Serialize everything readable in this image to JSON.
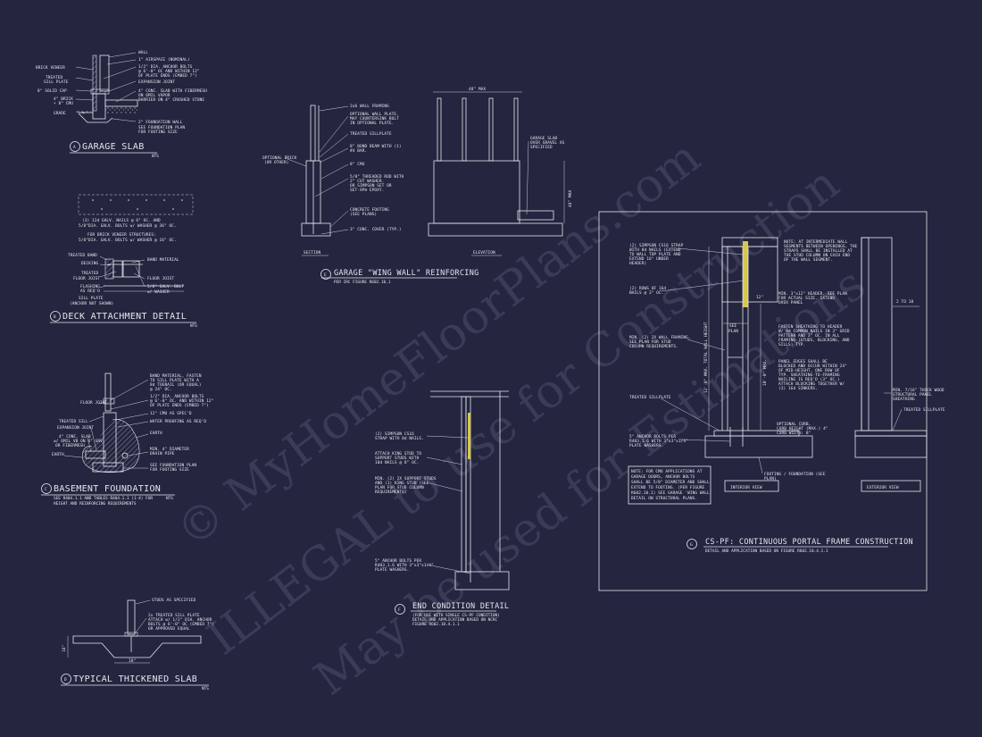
{
  "watermark": {
    "line1": "© MyHomeFloorPlans.com",
    "line2": "ILLEGAL to use for Construction",
    "line3": "May be used for Estimations"
  },
  "details": {
    "A": {
      "letter": "A",
      "title": "GARAGE SLAB",
      "scale": "NTS",
      "notes_left": [
        "BRICK VENEER",
        "TREATED",
        "SILL PLATE",
        "8\" SOLID CAP",
        "4\" BRICK",
        "+ 8\" CMU",
        "GRADE"
      ],
      "notes_right": [
        "WALL",
        "1\" AIRSPACE (NOMINAL)",
        "1/2\" DIA. ANCHOR BOLTS",
        "@ 6'-0\" OC AND WITHIN 12\"",
        "OF PLATE ENDS (EMBED 7\")",
        "EXPANSION JOINT",
        "4\" CONC. SLAB WITH FIBERMESH",
        "ON 6MIL VAPOR",
        "BARRIER ON 4\" CRUSHED STONE",
        "2\" FOUNDATION WALL",
        "SEE FOUNDATION PLAN",
        "FOR FOOTING SIZE"
      ]
    },
    "B": {
      "letter": "B",
      "title": "DECK ATTACHMENT DETAIL",
      "scale": "NTS",
      "notes": [
        "(3) 12d GALV. NAILS @ 6\" OC. AND",
        "5/8\"DIA. GALV. BOLTS w/ WASHER @ 36\" OC.",
        "FOR BRICK VENEER STRUCTURES:",
        "5/8\"DIA. GALV. BOLTS w/ WASHER @ 16\" OC."
      ],
      "labels_left": [
        "TREATED BAND",
        "DECKING",
        "TREATED",
        "FLOOR JOIST",
        "FLASHING",
        "AS REQ'D",
        "SILL PLATE",
        "(ANCHOR NOT SHOWN)"
      ],
      "labels_right": [
        "BAND MATERIAL",
        "FLOOR JOIST",
        "5/8\" GALV. BOLT",
        "w/ WASHER"
      ]
    },
    "C": {
      "letter": "C",
      "title": "BASEMENT FOUNDATION",
      "scale": "NTS",
      "subtitle": [
        "SEE R404.1.1 AND TABLES R404.1.1 (1-4) FOR",
        "HEIGHT AND REINFORCING REQUIREMENTS"
      ],
      "labels_left": [
        "FLOOR JOIST",
        "TREATED SILL",
        "EXPANSION JOINT",
        "4\" CONC. SLAB",
        "w/ 6MIL VB ON 4\" GRV.",
        "OR FIBERMESH",
        "EARTH"
      ],
      "labels_right": [
        "BAND MATERIAL, FASTEN",
        "TO SILL PLATE WITH A",
        "8d TOENAIL (OR EQUAL)",
        "@ 24\" OC.",
        "1/2\" DIA. ANCHOR BOLTS",
        "@ 6'-0\" OC. AND WITHIN 12\"",
        "OF PLATE ENDS (EMBED 7\")",
        "12\" CMU AS SPEC'D",
        "WATER PROOFING AS REQ'D",
        "EARTH",
        "MIN. 4\" DIAMETER",
        "DRAIN PIPE",
        "SEE FOUNDATION PLAN",
        "FOR FOOTING SIZE"
      ]
    },
    "D": {
      "letter": "D",
      "title": "TYPICAL THICKENED SLAB",
      "scale": "NTS",
      "labels": [
        "STUDS AS SPECIFIED",
        "2x TREATED SILL PLATE",
        "ATTACH w/ 1/2\" DIA. ANCHOR",
        "BOLTS @ 6'-0\" OC (EMBED 7\")",
        "OR APPROVED EQUAL"
      ],
      "dim_v": "18\"",
      "dim_h": "18\""
    },
    "E": {
      "letter": "E",
      "title": "GARAGE \"WING WALL\" REINFORCING",
      "subtitle": "PER IRC FIGURE R602.10.1",
      "section_label": "SECTION",
      "elevation_label": "ELEVATION",
      "labels_left": [
        "OPTIONAL BRICK",
        "(OR OTHER)"
      ],
      "labels_mid": [
        "2x6 WALL FRAMING",
        "OPTIONAL WALL PLATE.",
        "MAY COUNTERSINK BOLT",
        "IN OPTIONAL PLATE.",
        "TREATED SILLPLATE",
        "8\" BOND BEAM WITH (1)",
        "#4 BAR.",
        "8\" CMU",
        "5/8\" THREADED ROD WITH",
        "2\" CUT WASHER.",
        "OR SIMPSON SET OR",
        "SET-XP® EPOXY.",
        "CONCRETE FOOTING",
        "(SEE PLANS)",
        "3\" CONC. COVER (TYP.)"
      ],
      "labels_right": [
        "GARAGE SLAB",
        "OVER GRAVEL AS",
        "SPECIFIED"
      ],
      "dim_top": "48\" MAX",
      "dim_side": "48\" MAX"
    },
    "F": {
      "letter": "F",
      "title": "END CONDITION DETAIL",
      "subtitle": [
        "(FOR USE WITH SINGLE CS-PF CONDITION)",
        "DETAIL AND APPLICATION BASED ON NCRC",
        "FIGURE R602.10.4.1.1"
      ],
      "labels": [
        "(2) SIMPSON CS16",
        "STRAP WITH 8d NAILS.",
        "ATTACH KING STUD TO",
        "SUPPORT STUDS WITH",
        "10d NAILS @ 8\" OC.",
        "MIN. (2) 2X SUPPORT STUDS",
        "AND (1) KING STUD (SEE",
        "PLAN FOR STUD COLUMN",
        "REQUIREMENTS)",
        "5\" ANCHOR BOLTS PER",
        "R403.1.6 WITH 3\"x3\"x1/4\"",
        "PLATE WASHERS."
      ]
    },
    "G": {
      "letter": "G",
      "title": "CS-PF: CONTINUOUS PORTAL FRAME CONSTRUCTION",
      "subtitle": "DETAIL AND APPLICATION BASED ON FIGURE R602.10.4.1.1",
      "interior_view": "INTERIOR VIEW",
      "exterior_view": "EXTERIOR VIEW",
      "labels_left": [
        "(2) SIMPSON CS16 STRAP",
        "WITH 8d NAILS (EXTEND",
        "TO WALL TOP PLATE AND",
        "EXTEND 16\" UNDER",
        "HEADER)",
        "(2) ROWS OF 16d",
        "NAILS @ 3\" OC.",
        "MIN. (2) 2X WALL FRAMING,",
        "SEE PLAN FOR STUD",
        "COLUMN REQUIREMENTS.",
        "TREATED SILLPLATE",
        "5\" ANCHOR BOLTS PER",
        "R403.1.6 WITH 3\"x3\"x1/4\"",
        "PLATE WASHERS."
      ],
      "labels_right": [
        "NOTE: AT INTERMEDIATE WALL",
        "SEGMENTS BETWEEN OPENINGS, THE",
        "STRAPS SHALL BE INSTALLED AT",
        "THE STUD COLUMN ON EACH END",
        "OF THE WALL SEGMENT.",
        "MIN. 3\"x12\" HEADER. SEE PLAN",
        "FOR ACTUAL SIZE. EXTEND",
        "OVER PANEL",
        "FASTEN SHEATHING TO HEADER",
        "W/ 8d COMMON NAILS IN 3\" GRID",
        "PATTERN AND 3\" OC. IN ALL",
        "FRAMING (STUDS, BLOCKING, AND",
        "SILLS) TYP.",
        "PANEL EDGES SHALL BE",
        "BLOCKED AND OCCUR WITHIN 24\"",
        "OF MID-HEIGHT. ONE ROW OF",
        "TYP. SHEATHING-TO-FRAMING",
        "NAILING IS REQ'D (3\" OC.)",
        "ATTACH BLOCKING TOGETHER W/",
        "(3) 16d SINKERS.",
        "OPTIONAL CURB,",
        "CURB HEIGHT (MAX.) 4\"",
        "CURB WIDTH: 8\""
      ],
      "labels_ext": [
        "2 TO 18",
        "MIN. 7/16\" THICK WOOD",
        "STRUCTURAL PANEL",
        "SHEATHING",
        "TREATED SILLPLATE"
      ],
      "note_box": [
        "NOTE: FOR CMU APPLICATIONS AT",
        "GARAGE DOORS, ANCHOR BOLTS",
        "SHALL BE 5/8\" DIAMETER AND SHALL",
        "EXTEND TO FOOTING. (PER FIGURE",
        "R602.10.1) SEE GARAGE 'WING WALL'",
        "DETAIL ON STRUCTURAL PLANS."
      ],
      "footing_label": [
        "FOOTING / FOUNDATION (SEE",
        "PLAN)"
      ],
      "dim_see_plan": [
        "SEE",
        "PLAN"
      ],
      "dim_height": "12'-0\" MAX. TOTAL WALL HEIGHT",
      "dim_panel": "10'-0\" MAX.",
      "dim_12": "12\""
    }
  }
}
